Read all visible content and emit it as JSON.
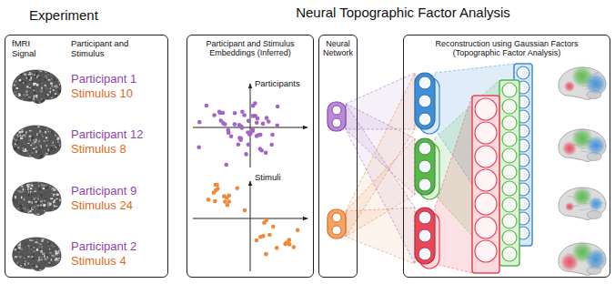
{
  "diagram": {
    "nodes": [
      {
        "text": [
          "Experiment"
        ]
      },
      {
        "text": [
          "Participant and Stimulus Embeddings (Inferred)"
        ]
      },
      {
        "text": [
          "Neural Network"
        ]
      },
      {
        "text": [
          "Reconstruction using Gaussian Factors (Topographic Factor Analysis)"
        ]
      }
    ],
    "labels": [
      "Neural Topographic Factor Analysis",
      "fMRI Signal",
      "Participant and Stimulus",
      "Participant 1",
      "Stimulus 10",
      "Participant 12",
      "Stimulus 8",
      "Participant 9",
      "Stimulus 24",
      "Participant 2",
      "Stimulus 4",
      "Participants",
      "Stimuli"
    ]
  }
}
